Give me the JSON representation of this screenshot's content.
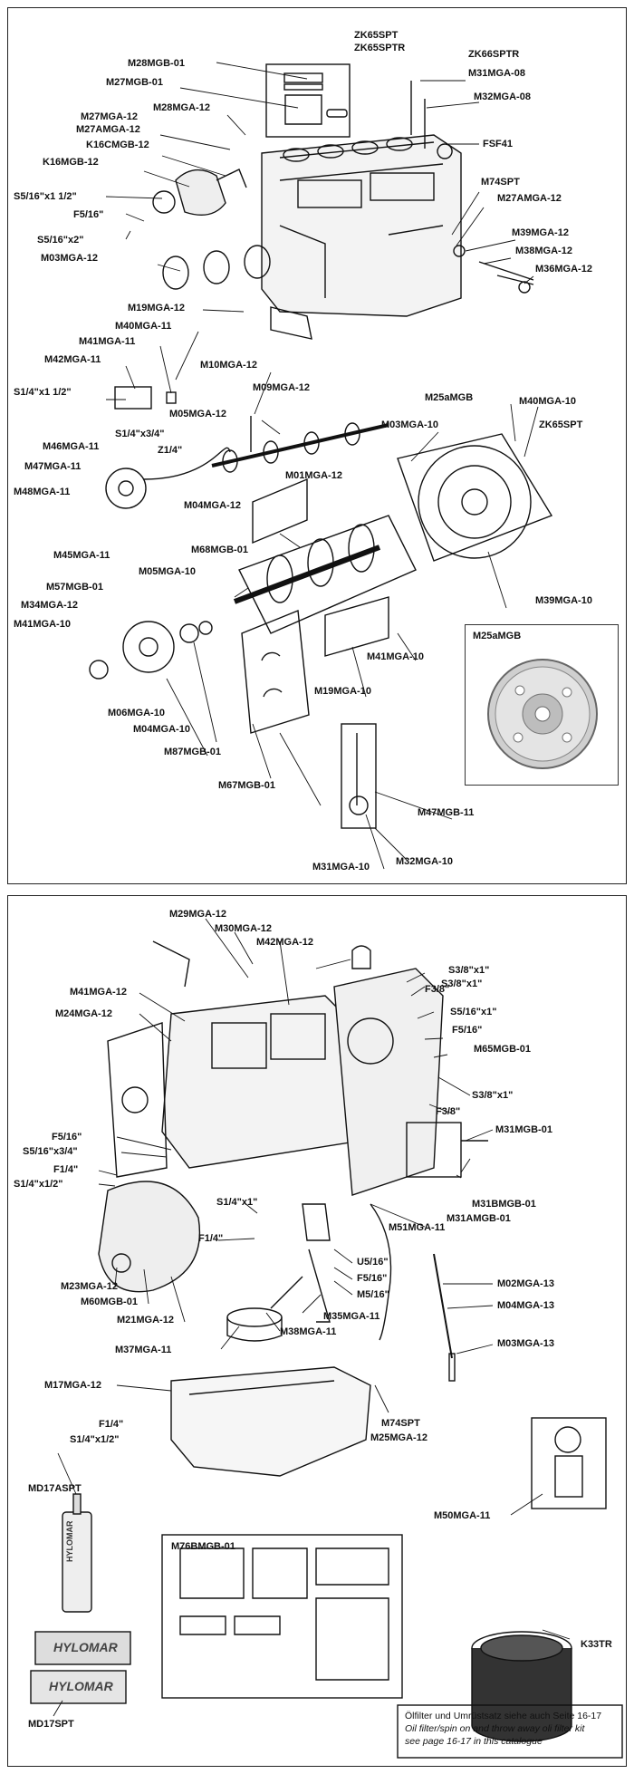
{
  "top_diagram": {
    "labels": [
      "M28MGB-01",
      "M27MGB-01",
      "M28MGA-12",
      "M27MGA-12",
      "M27AMGA-12",
      "K16CMGB-12",
      "K16MGB-12",
      "S5/16\"x1 1/2\"",
      "F5/16\"",
      "S5/16\"x2\"",
      "M03MGA-12",
      "M19MGA-12",
      "M40MGA-11",
      "M41MGA-11",
      "M42MGA-11",
      "S1/4\"x1 1/2\"",
      "M10MGA-12",
      "M09MGA-12",
      "M05MGA-12",
      "S1/4\"x3/4\"",
      "Z1/4\"",
      "M46MGA-11",
      "M47MGA-11",
      "M48MGA-11",
      "M01MGA-12",
      "M04MGA-12",
      "M45MGA-11",
      "M68MGB-01",
      "M05MGA-10",
      "M57MGB-01",
      "M34MGA-12",
      "M41MGA-10",
      "M06MGA-10",
      "M04MGA-10",
      "M87MGB-01",
      "M67MGB-01",
      "M19MGA-10",
      "M41MGA-10",
      "M47MGB-11",
      "M31MGA-10",
      "M32MGA-10",
      "ZK65SPT",
      "ZK65SPTR",
      "ZK66SPTR",
      "M31MGA-08",
      "M32MGA-08",
      "FSF41",
      "M74SPT",
      "M27AMGA-12",
      "M39MGA-12",
      "M38MGA-12",
      "M36MGA-12",
      "M25aMGB",
      "M40MGA-10",
      "ZK65SPT",
      "M03MGA-10",
      "M39MGA-10"
    ],
    "inset_title": "M25aMGB"
  },
  "bottom_diagram": {
    "labels": [
      "M29MGA-12",
      "M30MGA-12",
      "M42MGA-12",
      "M41MGA-12",
      "M24MGA-12",
      "F5/16\"",
      "S5/16\"x3/4\"",
      "F1/4\"",
      "S1/4\"x1/2\"",
      "S1/4\"x1\"",
      "F1/4\"",
      "M23MGA-12",
      "M60MGB-01",
      "M21MGA-12",
      "M37MGA-11",
      "M38MGA-11",
      "M35MGA-11",
      "M17MGA-12",
      "F1/4\"",
      "S1/4\"x1/2\"",
      "S3/8\"x1\"",
      "F3/8\"",
      "S3/8\"x1\"",
      "S5/16\"x1\"",
      "F5/16\"",
      "M65MGB-01",
      "S3/8\"x1\"",
      "F3/8\"",
      "M31MGB-01",
      "M31BMGB-01",
      "M31AMGB-01",
      "M51MGA-11",
      "U5/16\"",
      "F5/16\"",
      "M5/16\"",
      "M02MGA-13",
      "M04MGA-13",
      "M03MGA-13",
      "M74SPT",
      "M25MGA-12",
      "M50MGA-11",
      "MD17ASPT",
      "MD17SPT",
      "K33TR"
    ],
    "gasket_box_title": "M76BMGB-01",
    "note_line1": "Ölfilter und Umrüstsatz siehe auch Seite 16-17",
    "note_line2": "Oil filter/spin on and throw away oli filter kit",
    "note_line3": "see page 16-17 in this catalogue",
    "product_text_tube": "HYLOMAR",
    "product_text_pack": "HYLOMAR"
  }
}
